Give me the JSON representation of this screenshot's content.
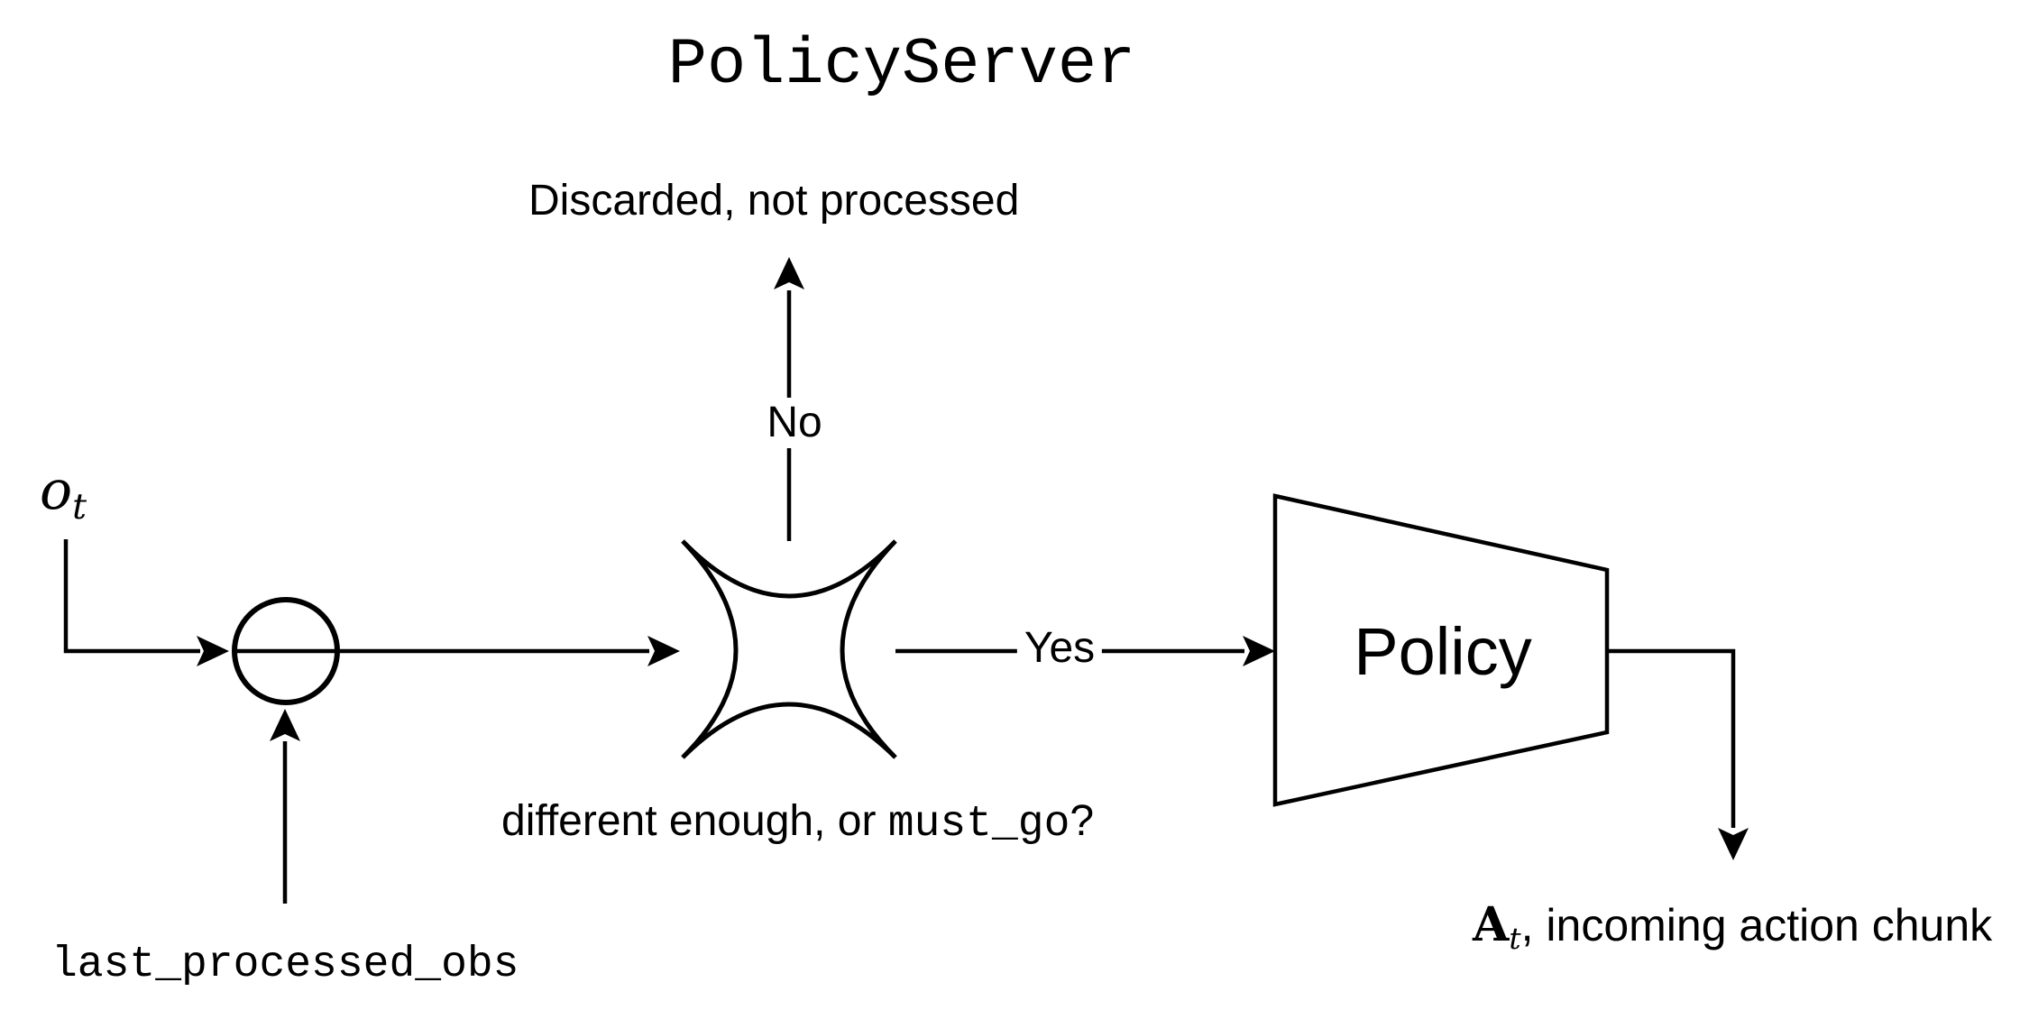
{
  "title": "PolicyServer",
  "labels": {
    "discarded": "Discarded, not processed",
    "no": "No",
    "yes": "Yes",
    "observation_symbol": "o",
    "observation_subscript": "t",
    "decision_prefix": "different enough, or ",
    "decision_code": "must_go",
    "decision_suffix": "?",
    "policy": "Policy",
    "last_processed_obs": "last_processed_obs",
    "action_symbol": "A",
    "action_subscript": "t",
    "action_suffix": ", incoming action chunk"
  },
  "colors": {
    "line": "#000000",
    "background": "#ffffff",
    "text": "#000000"
  },
  "nodes": {
    "junction": "comparison-circle",
    "decision": "concave-star-gate",
    "policy": "trapezoid-funnel"
  }
}
